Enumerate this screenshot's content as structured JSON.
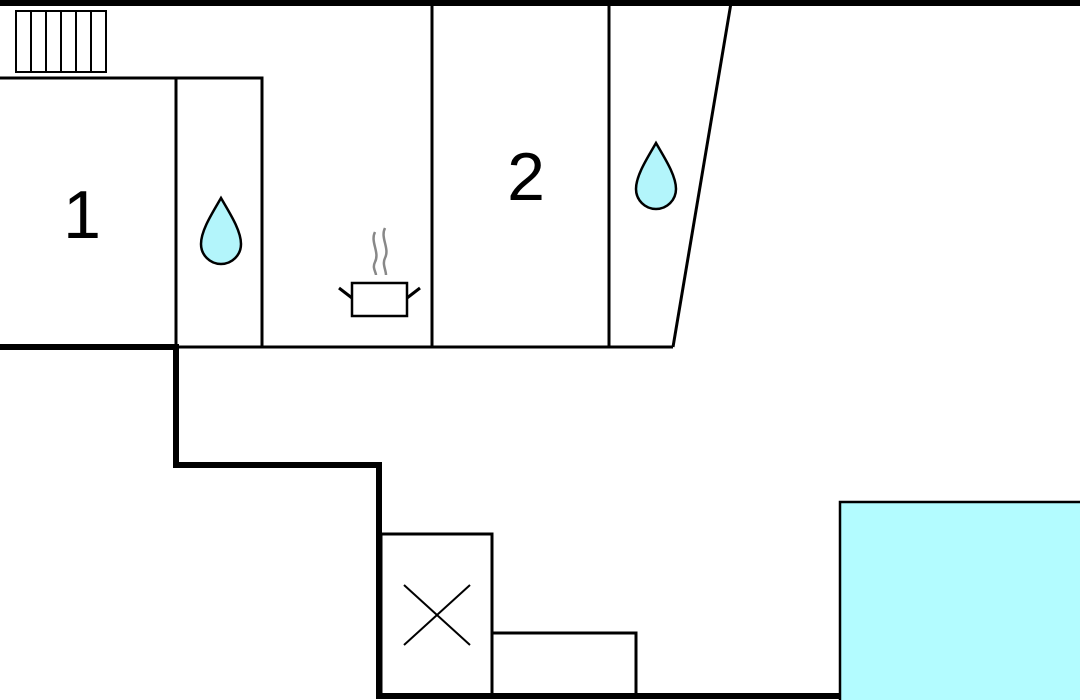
{
  "floor_plan": {
    "rooms": [
      {
        "id": "bedroom-1",
        "label": "1"
      },
      {
        "id": "bedroom-2",
        "label": "2"
      }
    ],
    "icons": [
      {
        "name": "radiator-icon"
      },
      {
        "name": "water-drop-icon"
      },
      {
        "name": "water-drop-icon"
      },
      {
        "name": "cooking-pot-icon"
      },
      {
        "name": "stove-x-icon"
      }
    ],
    "colors": {
      "wall": "#000000",
      "background": "#ffffff",
      "water": "#b3f5fb",
      "pool": "#b3fcff",
      "steam": "#888888"
    }
  }
}
